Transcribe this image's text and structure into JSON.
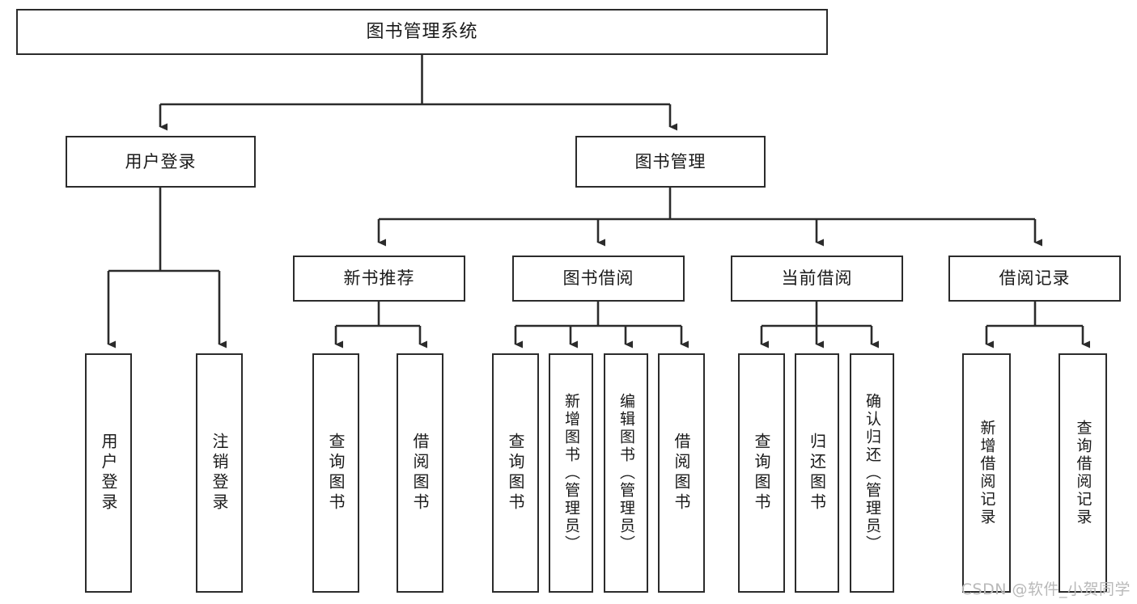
{
  "diagram": {
    "type": "tree",
    "title": "图书管理系统",
    "watermark": "CSDN @软件_小贺同学",
    "colors": {
      "box_border": "#2b2b2b",
      "box_fill": "#ffffff",
      "edge": "#2b2b2b",
      "text": "#1a1a1a",
      "watermark": "#b9b9b9",
      "background": "#ffffff"
    },
    "root": {
      "id": "root",
      "label": "图书管理系统"
    },
    "level1": [
      {
        "id": "user-login",
        "label": "用户登录"
      },
      {
        "id": "book-manage",
        "label": "图书管理"
      }
    ],
    "level2": [
      {
        "id": "new-book-recommend",
        "label": "新书推荐",
        "parent": "book-manage"
      },
      {
        "id": "book-borrow",
        "label": "图书借阅",
        "parent": "book-manage"
      },
      {
        "id": "current-borrow",
        "label": "当前借阅",
        "parent": "book-manage"
      },
      {
        "id": "borrow-record",
        "label": "借阅记录",
        "parent": "book-manage"
      }
    ],
    "leaves": [
      {
        "id": "leaf-user-login",
        "label": "用户登录",
        "parent": "user-login"
      },
      {
        "id": "leaf-user-logout",
        "label": "注销登录",
        "parent": "user-login"
      },
      {
        "id": "leaf-query-book-1",
        "label": "查询图书",
        "parent": "new-book-recommend"
      },
      {
        "id": "leaf-borrow-book-1",
        "label": "借阅图书",
        "parent": "new-book-recommend"
      },
      {
        "id": "leaf-query-book-2",
        "label": "查询图书",
        "parent": "book-borrow"
      },
      {
        "id": "leaf-add-book",
        "label": "新增图书（管理员）",
        "parent": "book-borrow"
      },
      {
        "id": "leaf-edit-book",
        "label": "编辑图书（管理员）",
        "parent": "book-borrow"
      },
      {
        "id": "leaf-borrow-book-2",
        "label": "借阅图书",
        "parent": "book-borrow"
      },
      {
        "id": "leaf-query-book-3",
        "label": "查询图书",
        "parent": "current-borrow"
      },
      {
        "id": "leaf-return-book",
        "label": "归还图书",
        "parent": "current-borrow"
      },
      {
        "id": "leaf-confirm-return",
        "label": "确认归还（管理员）",
        "parent": "current-borrow"
      },
      {
        "id": "leaf-add-record",
        "label": "新增借阅记录",
        "parent": "borrow-record"
      },
      {
        "id": "leaf-query-record",
        "label": "查询借阅记录",
        "parent": "borrow-record"
      }
    ]
  }
}
